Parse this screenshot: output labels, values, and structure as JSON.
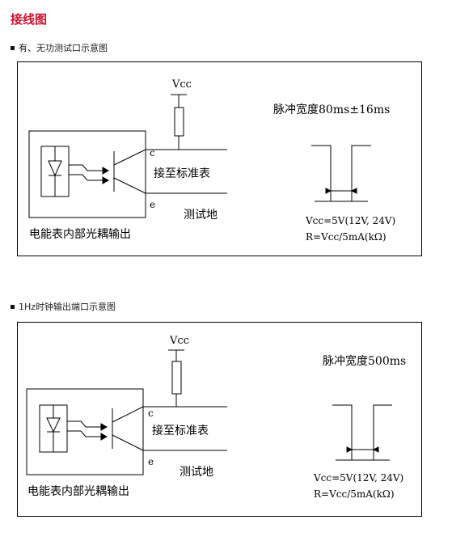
{
  "page": {
    "title": "接线图",
    "accent_color": "#c8102e"
  },
  "sections": [
    {
      "heading": "有、无功测试口示意图",
      "vcc": "Vcc",
      "terminal_c": "c",
      "terminal_e": "e",
      "to_meter": "接至标准表",
      "test_ground": "测试地",
      "meter_output": "电能表内部光耦输出",
      "pulse_width": "脉冲宽度80ms±16ms",
      "vcc_spec": "Vcc=5V(12V, 24V)",
      "r_spec": "R=Vcc/5mA(kΩ)"
    },
    {
      "heading": "1Hz时钟输出端口示意图",
      "vcc": "Vcc",
      "terminal_c": "c",
      "terminal_e": "e",
      "to_meter": "接至标准表",
      "test_ground": "测试地",
      "meter_output": "电能表内部光耦输出",
      "pulse_width": "脉冲宽度500ms",
      "vcc_spec": "Vcc=5V(12V, 24V)",
      "r_spec": "R=Vcc/5mA(kΩ)"
    }
  ]
}
